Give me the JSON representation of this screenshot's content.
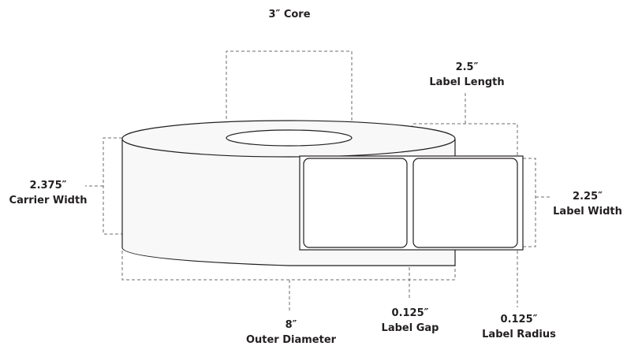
{
  "colors": {
    "line": "#231f20",
    "dash": "#6d6e71",
    "roll_fill": "#f8f8f8"
  },
  "dimensions": {
    "core": {
      "value": "3″ Core"
    },
    "label_length": {
      "value": "2.5″",
      "label": "Label Length"
    },
    "carrier_width": {
      "value": "2.375″",
      "label": "Carrier Width"
    },
    "label_width": {
      "value": "2.25″",
      "label": "Label Width"
    },
    "outer_diameter": {
      "value": "8″",
      "label": "Outer Diameter"
    },
    "label_gap": {
      "value": "0.125″",
      "label": "Label Gap"
    },
    "label_radius": {
      "value": "0.125″",
      "label": "Label Radius"
    }
  }
}
